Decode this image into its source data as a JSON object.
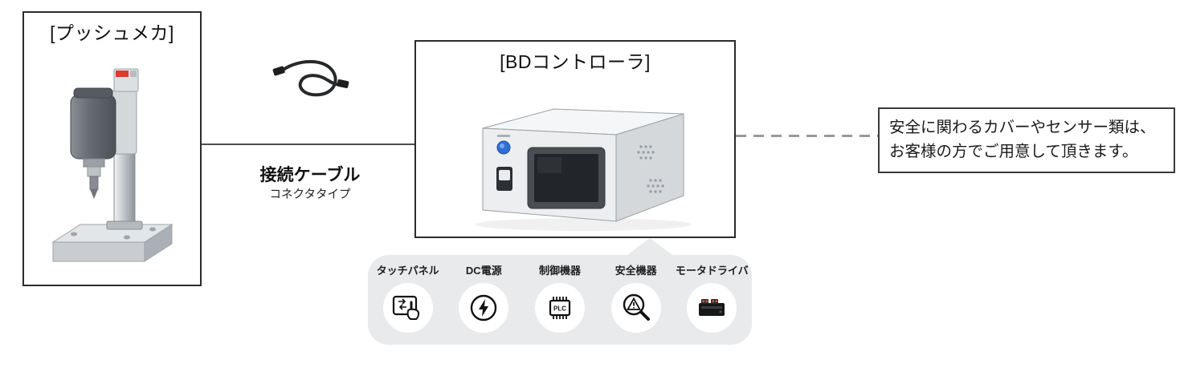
{
  "push_mech": {
    "label": "[プッシュメカ]"
  },
  "cable": {
    "label": "接続ケーブル",
    "sublabel": "コネクタタイプ"
  },
  "controller": {
    "label": "[BDコントローラ]"
  },
  "note": {
    "line1": "安全に関わるカバーやセンサー類は、",
    "line2": "お客様の方でご用意して頂きます。"
  },
  "components": [
    {
      "label": "タッチパネル",
      "icon": "touch-panel-icon"
    },
    {
      "label": "DC電源",
      "icon": "dc-power-icon"
    },
    {
      "label": "制御機器",
      "icon": "plc-icon",
      "chip_text": "PLC"
    },
    {
      "label": "安全機器",
      "icon": "safety-magnifier-icon"
    },
    {
      "label": "モータドライバ",
      "icon": "motor-driver-icon"
    }
  ],
  "colors": {
    "bar_background": "#e9eaeb",
    "button_blue": "#2f6fd6",
    "marking_red": "#dc3b2f",
    "line_gray": "#999999"
  }
}
